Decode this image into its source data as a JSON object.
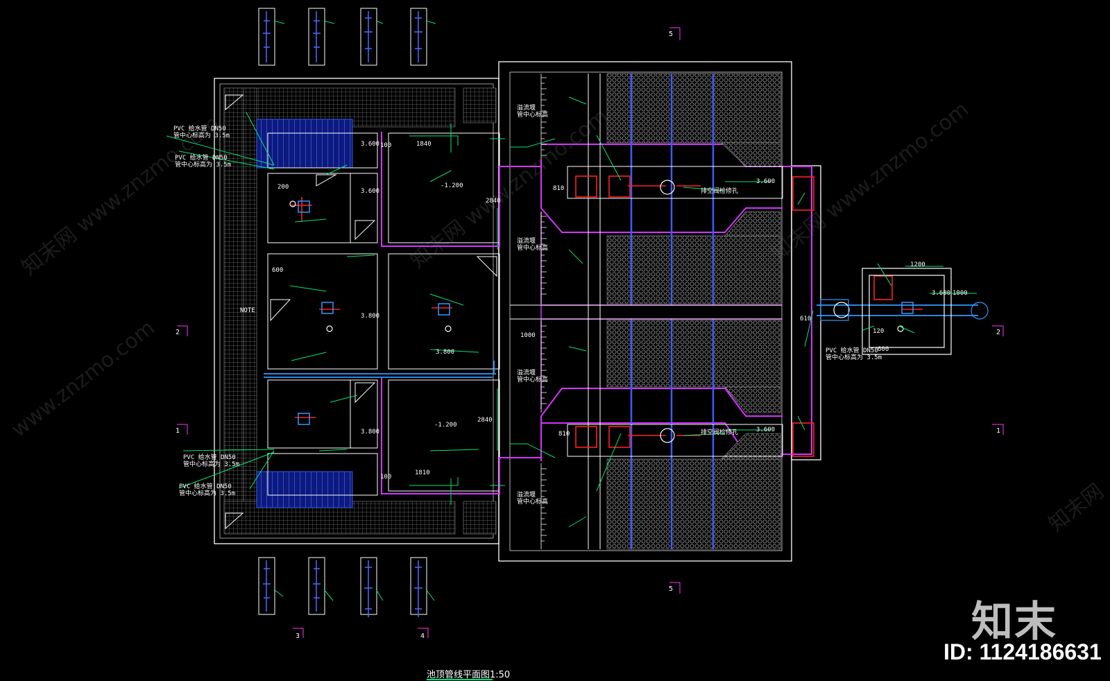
{
  "drawing": {
    "title": "池顶管线平面图1:50",
    "brand": "知末",
    "image_id": "ID: 1124186631",
    "watermarks": [
      "知末网 www.znzmo.com",
      "知末网 www.znzmo.com",
      "www.znzmo.com",
      "知末网 www.znzmo.com",
      "知末网"
    ],
    "section_marks": [
      "2",
      "1",
      "5",
      "5",
      "3",
      "4",
      "1",
      "2"
    ],
    "colors": {
      "background": "#000000",
      "outline": "#ffffff",
      "leader": "#00e676",
      "pipe_magenta": "#d633ff",
      "pipe_blue": "#3399ff",
      "fixture_red": "#ff2020",
      "hatch": "#aaaaaa"
    }
  }
}
